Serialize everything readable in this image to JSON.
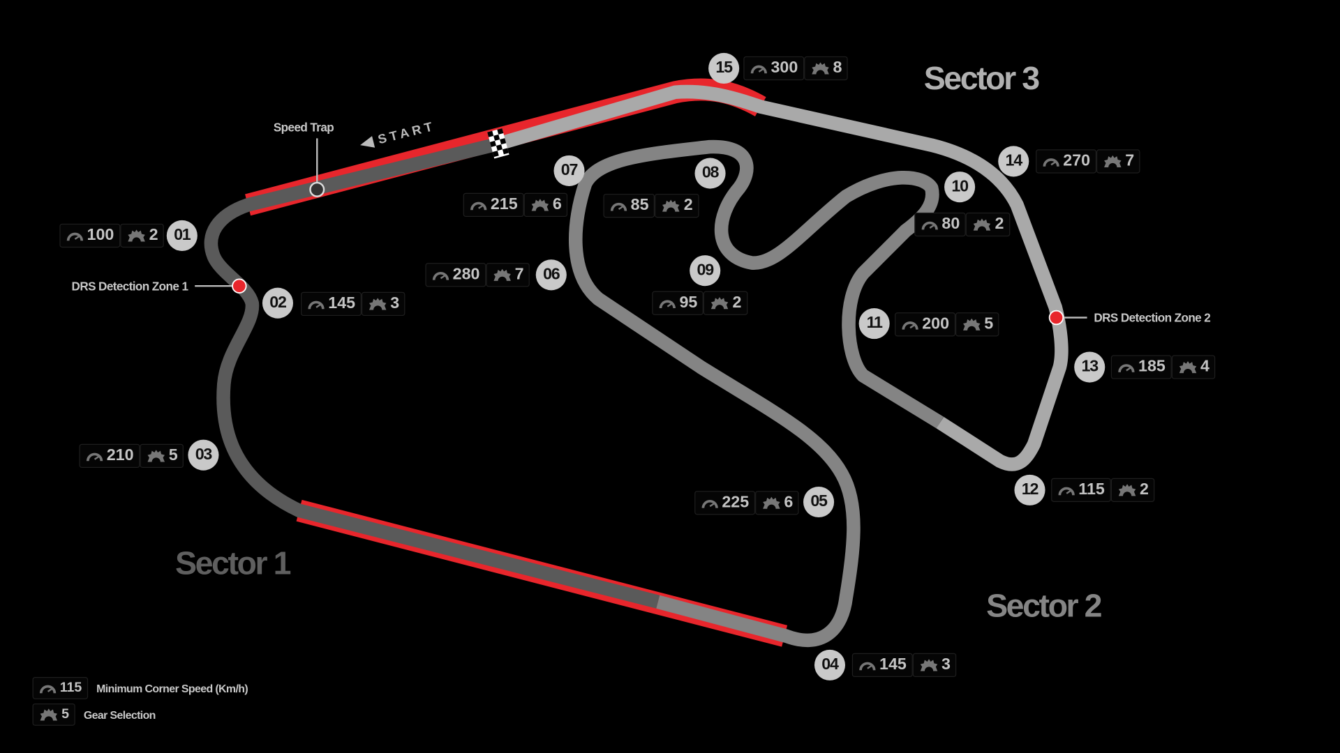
{
  "colors": {
    "sector1": "#5a5a5a",
    "sector2": "#848484",
    "sector3": "#a9a9a9",
    "drs": "#e8262c",
    "badge": "#c9c9c9"
  },
  "sectors": [
    {
      "label": "Sector 1"
    },
    {
      "label": "Sector 2"
    },
    {
      "label": "Sector 3"
    }
  ],
  "labels": {
    "speed_trap": "Speed Trap",
    "start": "START",
    "drs1": "DRS Detection Zone 1",
    "drs2": "DRS Detection Zone 2"
  },
  "corners": [
    {
      "num": "01",
      "speed": "100",
      "gear": "2"
    },
    {
      "num": "02",
      "speed": "145",
      "gear": "3"
    },
    {
      "num": "03",
      "speed": "210",
      "gear": "5"
    },
    {
      "num": "04",
      "speed": "145",
      "gear": "3"
    },
    {
      "num": "05",
      "speed": "225",
      "gear": "6"
    },
    {
      "num": "06",
      "speed": "280",
      "gear": "7"
    },
    {
      "num": "07",
      "speed": "215",
      "gear": "6"
    },
    {
      "num": "08",
      "speed": "85",
      "gear": "2"
    },
    {
      "num": "09",
      "speed": "95",
      "gear": "2"
    },
    {
      "num": "10",
      "speed": "80",
      "gear": "2"
    },
    {
      "num": "11",
      "speed": "200",
      "gear": "5"
    },
    {
      "num": "12",
      "speed": "115",
      "gear": "2"
    },
    {
      "num": "13",
      "speed": "185",
      "gear": "4"
    },
    {
      "num": "14",
      "speed": "270",
      "gear": "7"
    },
    {
      "num": "15",
      "speed": "300",
      "gear": "8"
    }
  ],
  "legend": {
    "speed_value": "115",
    "speed_label": "Minimum Corner Speed (Km/h)",
    "gear_value": "5",
    "gear_label": "Gear Selection"
  }
}
